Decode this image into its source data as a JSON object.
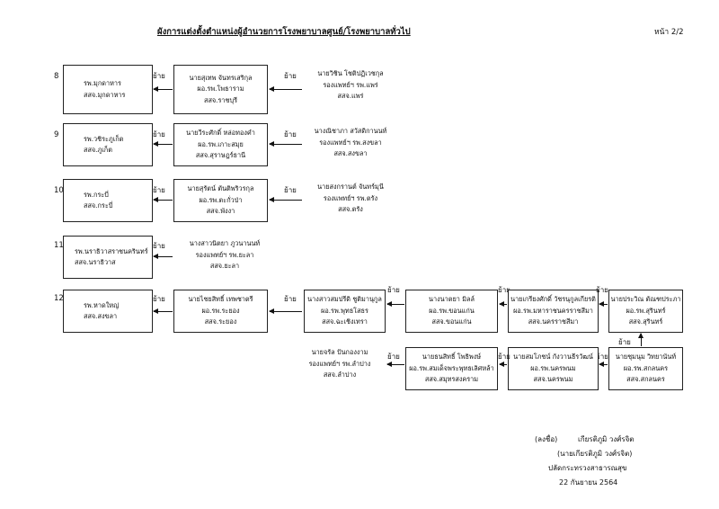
{
  "title": "ผังการแต่งตั้งตำแหน่งผู้อำนวยการโรงพยาบาลศูนย์/โรงพยาบาลทั่วไป",
  "page": "หน้า 2/2",
  "move": "ย้าย",
  "rows": [
    {
      "num": "8",
      "target": [
        "รพ.มุกดาหาร",
        "สสจ.มุกดาหาร"
      ],
      "p1": [
        "นายสุเทพ จันทรเสริกุล",
        "ผอ.รพ.โพธาราม",
        "สสจ.ราชบุรี"
      ],
      "p2": [
        "นายวิชิน โชติปฏิเวชกุล",
        "รองแพทย์ฯ รพ.แพร่",
        "สสจ.แพร่"
      ]
    },
    {
      "num": "9",
      "target": [
        "รพ.วชิระภูเก็ต",
        "สสจ.ภูเก็ต"
      ],
      "p1": [
        "นายวีระศักดิ์ หล่อทองคำ",
        "ผอ.รพ.เกาะสมุย",
        "สสจ.สุราษฎร์ธานี"
      ],
      "p2": [
        "นางณิชาภา สวัสดิกานนท์",
        "รองแพทย์ฯ รพ.สงขลา",
        "สสจ.สงขลา"
      ]
    },
    {
      "num": "10",
      "target": [
        "รพ.กระบี่",
        "สสจ.กระบี่"
      ],
      "p1": [
        "นายสุรัตน์ ตันติพริวรกุล",
        "ผอ.รพ.ตะกั่วป่า",
        "สสจ.พังงา"
      ],
      "p2": [
        "นายสงกรานต์ จันทร์มุนี",
        "รองแพทย์ฯ รพ.ตรัง",
        "สสจ.ตรัง"
      ]
    },
    {
      "num": "11",
      "target": [
        "รพ.นราธิวาสราชนครินทร์",
        "สสจ.นราธิวาส"
      ],
      "p1": [
        "นางสาวนิตยา ภูวนานนท์",
        "รองแพทย์ฯ รพ.ยะลา",
        "สสจ.ยะลา"
      ]
    },
    {
      "num": "12",
      "target": [
        "รพ.หาดใหญ่",
        "สสจ.สงขลา"
      ],
      "p1": [
        "นายไชยสิทธิ์ เทพชาตรี",
        "ผอ.รพ.ระยอง",
        "สสจ.ระยอง"
      ],
      "p2": [
        "นางสาวสมปรีดิ ชูติมานุกูล",
        "ผอ.รพ.พุทธโสธร",
        "สสจ.ฉะเชิงเทรา"
      ],
      "p3": [
        "นางนาตยา มิลล์",
        "ผอ.รพ.ขอนแก่น",
        "สสจ.ขอนแก่น"
      ],
      "p4": [
        "นายเกรียงศักดิ์ วัชรนุกูลเกียรติ",
        "ผอ.รพ.มหาราชนครราชสีมา",
        "สสจ.นครราชสีมา"
      ],
      "p5": [
        "นายประวิณ ตัณฑประภา",
        "ผอ.รพ.สุรินทร์",
        "สสจ.สุรินทร์"
      ],
      "q1": [
        "นายชุมนุม วิทยานันท์",
        "ผอ.รพ.สกลนคร",
        "สสจ.สกลนคร"
      ],
      "q2": [
        "นายสมโภชน์ กังวานธีรวัฒน์",
        "ผอ.รพ.นครพนม",
        "สสจ.นครพนม"
      ],
      "q3": [
        "นายธนสิทธิ์ โพธิพงษ์",
        "ผอ.รพ.สมเด็จพระพุทธเลิศหล้า",
        "สสจ.สมุทรสงคราม"
      ],
      "q4": [
        "นายจรัล ปันกองงาม",
        "รองแพทย์ฯ รพ.ลำปาง",
        "สสจ.ลำปาง"
      ]
    }
  ],
  "signature": {
    "signed_label": "(ลงชื่อ)",
    "signed_name": "เกียรติภูมิ วงศ์รจิต",
    "full_name": "(นายเกียรติภูมิ วงศ์รจิต)",
    "position": "ปลัดกระทรวงสาธารณสุข",
    "date": "22 กันยายน 2564"
  }
}
